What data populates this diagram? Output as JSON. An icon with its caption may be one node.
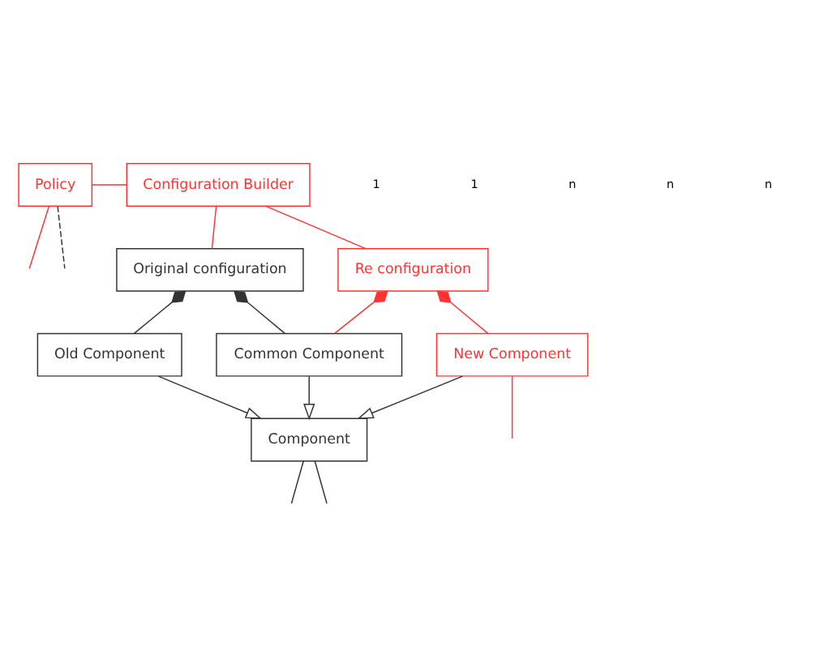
{
  "diagram": {
    "nodes": [
      {
        "text": [
          "Policy"
        ]
      },
      {
        "text": [
          "Configuration Builder"
        ]
      },
      {
        "text": [
          "Original configuration"
        ]
      },
      {
        "text": [
          "Re configuration"
        ]
      },
      {
        "text": [
          "Old Component"
        ]
      },
      {
        "text": [
          "Common Component"
        ]
      },
      {
        "text": [
          "New Component"
        ]
      },
      {
        "text": [
          "Component"
        ]
      }
    ],
    "edges": [
      {
        "from": 0,
        "to": null,
        "arrow": "none",
        "color": "#ff3333"
      },
      {
        "from": 0,
        "to": 1,
        "arrow": "none",
        "color": "#ff3333"
      },
      {
        "from": 1,
        "to": 2,
        "arrow": "none",
        "color": "#ff3333"
      },
      {
        "from": 1,
        "to": 3,
        "arrow": "none",
        "color": "#ff3333"
      },
      {
        "from": 2,
        "to": 4,
        "arrow": "other"
      },
      {
        "from": 2,
        "to": 5,
        "arrow": "other"
      },
      {
        "from": 3,
        "to": 5,
        "arrow": "other",
        "color": "#ff3333"
      },
      {
        "from": 3,
        "to": 6,
        "arrow": "other",
        "color": "#ff3333"
      },
      {
        "from": 6,
        "to": null,
        "arrow": "none",
        "color": "#ff3333"
      },
      {
        "from": 4,
        "to": 7,
        "arrow": "to"
      },
      {
        "from": 5,
        "to": 7,
        "arrow": "to"
      },
      {
        "from": 6,
        "to": 7,
        "arrow": "to"
      },
      {
        "from": 0,
        "to": null,
        "arrow": "none",
        "style": "dashed"
      },
      {
        "from": 7,
        "to": null,
        "arrow": "none"
      },
      {
        "from": 7,
        "to": null,
        "arrow": "none"
      }
    ],
    "labels": [
      "1",
      "1",
      "n",
      "n",
      "n"
    ]
  }
}
